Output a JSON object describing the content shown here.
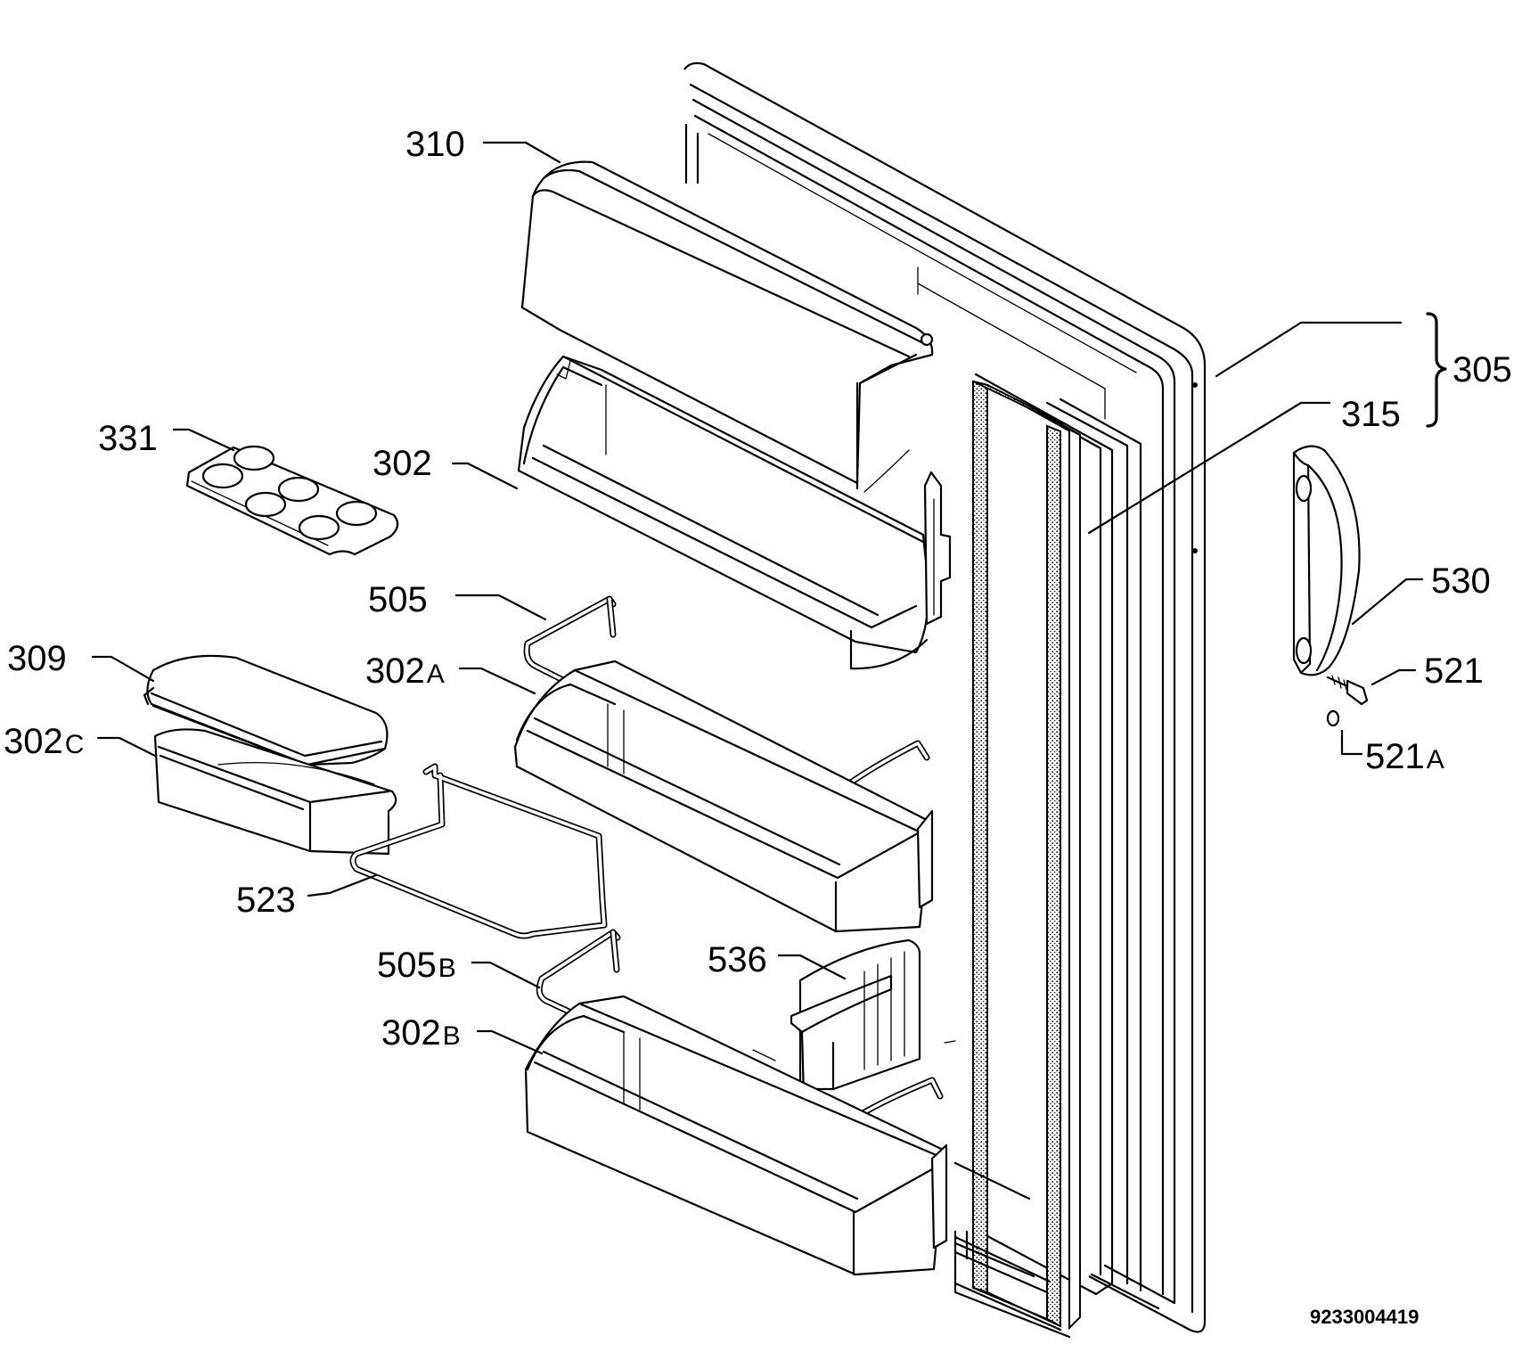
{
  "diagram": {
    "drawing_number": "9233004419",
    "parts": [
      {
        "id": "310",
        "suffix": ""
      },
      {
        "id": "305",
        "suffix": ""
      },
      {
        "id": "315",
        "suffix": ""
      },
      {
        "id": "331",
        "suffix": ""
      },
      {
        "id": "302",
        "suffix": ""
      },
      {
        "id": "530",
        "suffix": ""
      },
      {
        "id": "505",
        "suffix": ""
      },
      {
        "id": "309",
        "suffix": ""
      },
      {
        "id": "302",
        "suffix": "A"
      },
      {
        "id": "521",
        "suffix": ""
      },
      {
        "id": "302",
        "suffix": "C"
      },
      {
        "id": "521",
        "suffix": "A"
      },
      {
        "id": "523",
        "suffix": ""
      },
      {
        "id": "536",
        "suffix": ""
      },
      {
        "id": "505",
        "suffix": "B"
      },
      {
        "id": "302",
        "suffix": "B"
      }
    ]
  }
}
